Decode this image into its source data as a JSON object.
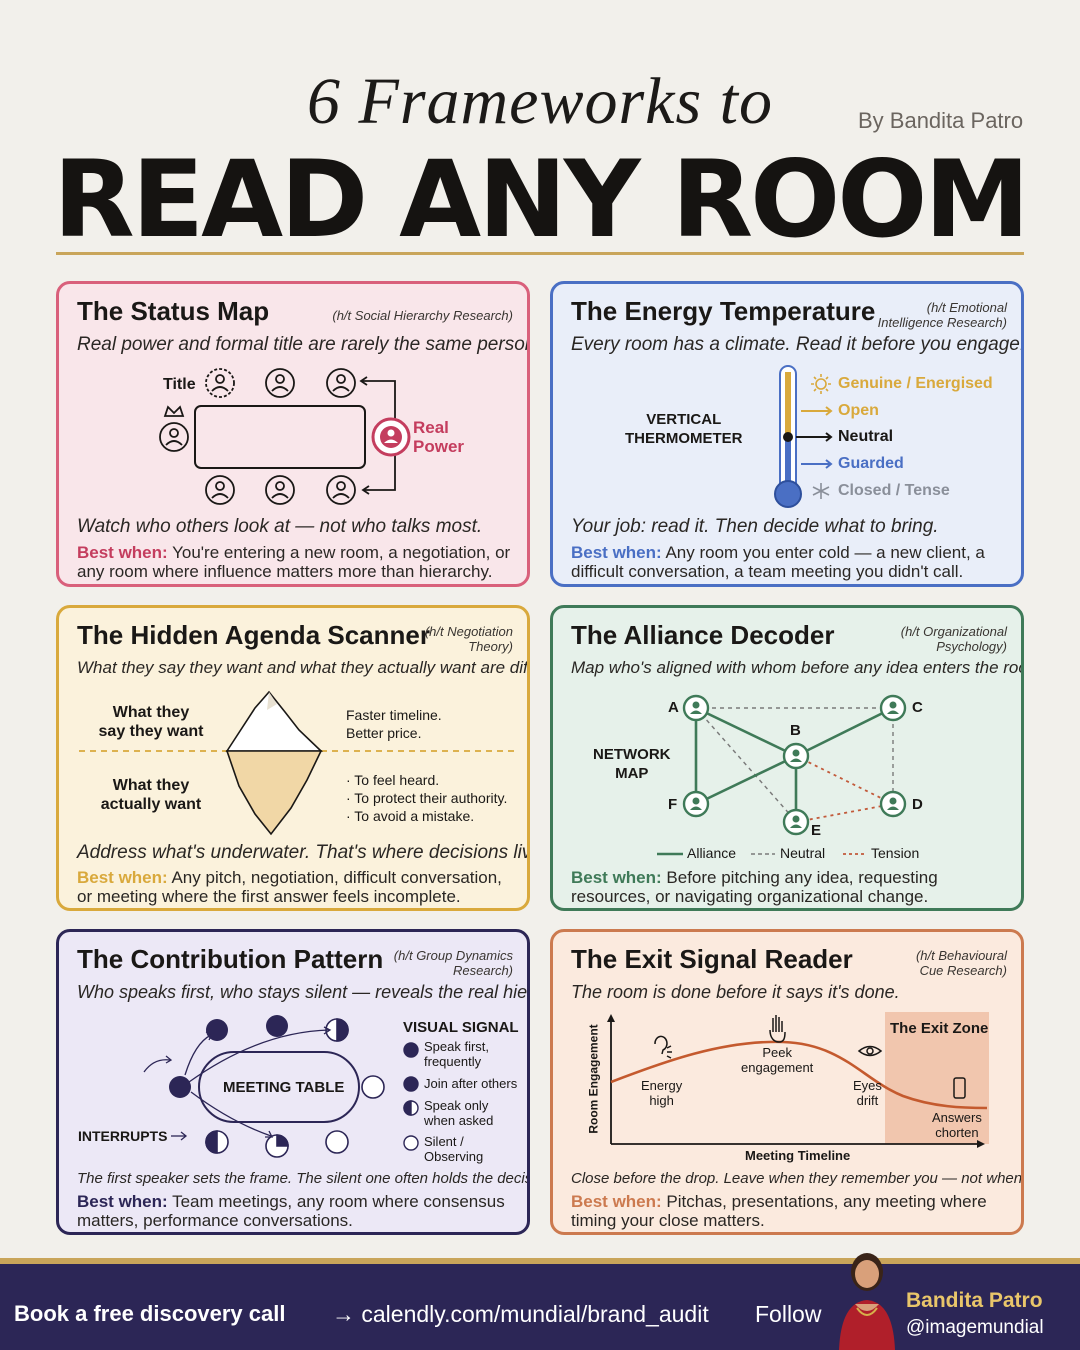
{
  "header": {
    "title_line1": "6 Frameworks to",
    "title_line2": "READ ANY ROOM",
    "byline": "By Bandita Patro"
  },
  "colors": {
    "status_border": "#d9607b",
    "status_bg": "#f9e6ea",
    "energy_border": "#4a6fc4",
    "energy_bg": "#e9eef9",
    "agenda_border": "#d9a93c",
    "agenda_bg": "#fbf2dc",
    "alliance_border": "#3f7a58",
    "alliance_bg": "#e6f1ea",
    "contribution_border": "#2c2656",
    "contribution_bg": "#ece8f6",
    "exit_border": "#cc7a4f",
    "exit_bg": "#fbeade",
    "best_label": "#c43d5e",
    "footer_bg": "#2c2656",
    "accent_gold": "#c9a55a"
  },
  "status_map": {
    "title": "The Status Map",
    "ht": "(h/t Social Hierarchy Research)",
    "subtitle": "Real power and formal title are rarely the same person.",
    "label_title": "Title",
    "label_real": "Real",
    "label_power": "Power",
    "insight": "Watch who others look at — not who talks most.",
    "best_label": "Best when:",
    "best_text": " You're entering a new room, a negotiation, or any room where influence matters more than hierarchy.",
    "icons": [
      "crown-icon",
      "person-icon",
      "target-icon"
    ]
  },
  "energy": {
    "title": "The Energy Temperature",
    "ht_line1": "(h/t Emotional",
    "ht_line2": "Intelligence Research)",
    "subtitle": "Every room has a climate. Read it before you engage.",
    "thermo_label1": "VERTICAL",
    "thermo_label2": "THERMOMETER",
    "levels": [
      {
        "label": "Genuine / Energised",
        "color": "#d9a93c",
        "icon": "sun-icon"
      },
      {
        "label": "Open",
        "color": "#d9a93c",
        "icon": "arrow-right-icon"
      },
      {
        "label": "Neutral",
        "color": "#1a1816",
        "icon": "arrow-right-icon"
      },
      {
        "label": "Guarded",
        "color": "#4a6fc4",
        "icon": "arrow-right-icon"
      },
      {
        "label": "Closed / Tense",
        "color": "#8a8f9a",
        "icon": "snowflake-icon"
      }
    ],
    "insight": "Your job: read it. Then decide what to bring.",
    "best_label": "Best when:",
    "best_text": " Any room you enter cold — a new client, a difficult conversation, a team meeting you didn't call."
  },
  "agenda": {
    "title": "The Hidden Agenda Scanner",
    "ht_line1": "(h/t Negotiation",
    "ht_line2": "Theory)",
    "subtitle": "What they say they want and what they actually want are different.",
    "say_line1": "What they",
    "say_line2": "say they want",
    "actual_line1": "What they",
    "actual_line2": "actually want",
    "surface_line1": "Faster timeline.",
    "surface_line2": "Better price.",
    "deep": [
      "· To feel heard.",
      "· To protect their authority.",
      "· To avoid a mistake."
    ],
    "insight": "Address what's underwater. That's where decisions live.",
    "best_label": "Best when:",
    "best_text": " Any pitch, negotiation, difficult conversation, or meeting where the first answer feels incomplete."
  },
  "alliance": {
    "title": "The Alliance Decoder",
    "ht_line1": "(h/t Organizational",
    "ht_line2": "Psychology)",
    "subtitle": "Map who's aligned with whom before any idea enters the room.",
    "map_label1": "NETWORK",
    "map_label2": "MAP",
    "nodes": [
      "A",
      "B",
      "C",
      "D",
      "E",
      "F"
    ],
    "legend": [
      "Alliance",
      "Neutral",
      "Tension"
    ],
    "best_label": "Best when:",
    "best_text": " Before pitching any idea, requesting resources, or navigating organizational change."
  },
  "contribution": {
    "title": "The Contribution Pattern",
    "ht_line1": "(h/t Group Dynamics",
    "ht_line2": "Research)",
    "subtitle": "Who speaks first, who stays silent — reveals the real hierarchy.",
    "table_label": "MEETING TABLE",
    "interrupts_label": "INTERRUPTS",
    "visual_signal_title": "VISUAL SIGNAL",
    "signals": [
      {
        "line1": "Speak first,",
        "line2": "frequently",
        "fill": "full"
      },
      {
        "line1": "Join after others",
        "line2": "",
        "fill": "full"
      },
      {
        "line1": "Speak only",
        "line2": "when asked",
        "fill": "half"
      },
      {
        "line1": "Silent /",
        "line2": "Observing",
        "fill": "empty"
      }
    ],
    "insight": "The first speaker sets the frame. The silent one often holds the decision.",
    "best_label": "Best when:",
    "best_text": " Team meetings, any room where consensus matters, performance conversations."
  },
  "exit": {
    "title": "The Exit Signal Reader",
    "ht_line1": "(h/t Behavioural",
    "ht_line2": "Cue Research)",
    "subtitle": "The room is done before it says it's done.",
    "ylabel": "Room Engagement",
    "xlabel": "Meeting Timeline",
    "exit_zone": "The Exit Zone",
    "points": [
      {
        "line1": "Energy",
        "line2": "high"
      },
      {
        "line1": "Peek",
        "line2": "engagement"
      },
      {
        "line1": "Eyes",
        "line2": "drift"
      },
      {
        "line1": "Answers",
        "line2": "chorten"
      }
    ],
    "insight": "Close before the drop. Leave when they remember you — not when",
    "best_label": "Best when:",
    "best_text": " Pitchas, presentations, any meeting where timing your close matters."
  },
  "footer": {
    "cta_bold": "Book a free discovery call",
    "cta_url": "→ calendly.com/mundial/brand_audit",
    "follow": "Follow",
    "name": "Bandita Patro",
    "handle": "@imagemundial"
  }
}
